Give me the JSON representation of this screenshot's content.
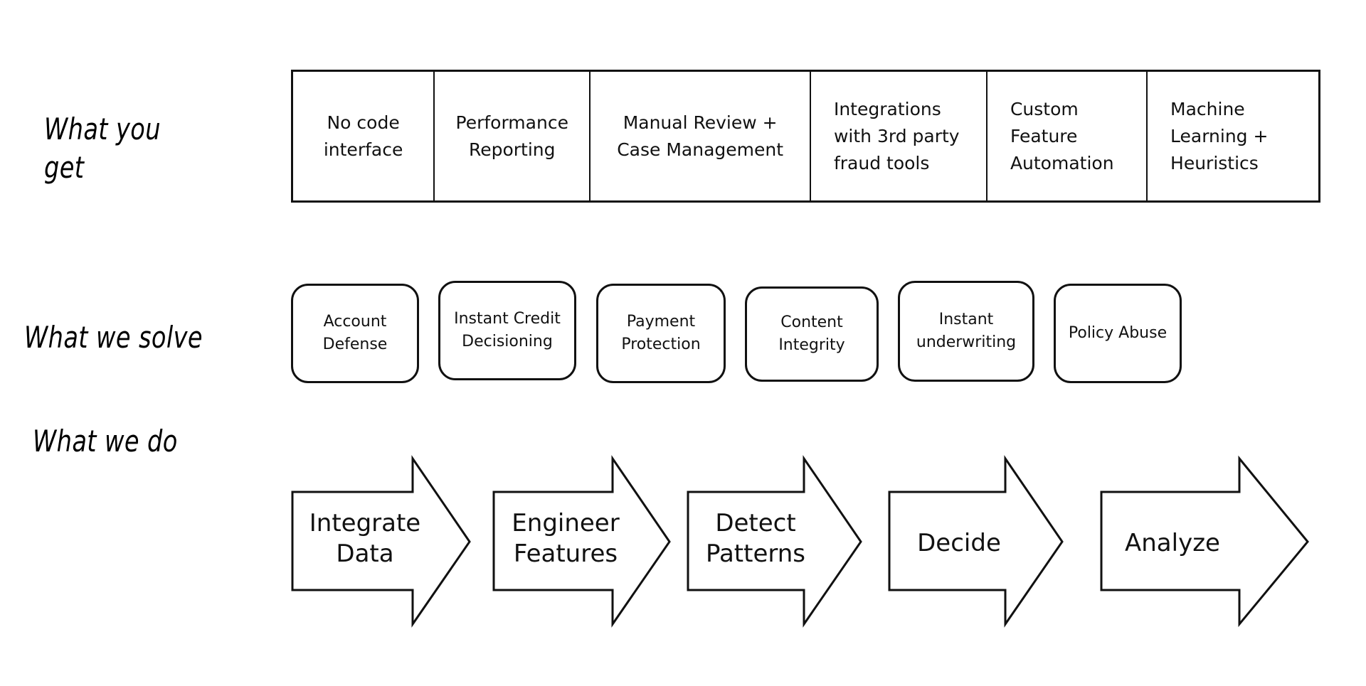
{
  "diagram": {
    "title_rows": [
      {
        "id": "what-you-get",
        "label": "What you\nget"
      },
      {
        "id": "what-we-solve",
        "label": "What we solve"
      },
      {
        "id": "what-we-do",
        "label": "What we do"
      }
    ]
  },
  "what_you_get": {
    "label": "What you\nget",
    "cells": [
      {
        "text": "No code\ninterface",
        "align": "center"
      },
      {
        "text": "Performance\nReporting",
        "align": "center"
      },
      {
        "text": "Manual Review +\nCase Management",
        "align": "center"
      },
      {
        "text": "Integrations\nwith 3rd party\nfraud tools",
        "align": "left"
      },
      {
        "text": "Custom\nFeature\nAutomation",
        "align": "left"
      },
      {
        "text": "Machine\nLearning +\nHeuristics",
        "align": "left"
      }
    ]
  },
  "what_we_solve": {
    "label": "What we solve",
    "boxes": [
      {
        "text": "Account Defense"
      },
      {
        "text": "Instant Credit\nDecisioning"
      },
      {
        "text": "Payment\nProtection"
      },
      {
        "text": "Content Integrity"
      },
      {
        "text": "Instant\nunderwriting"
      },
      {
        "text": "Policy Abuse"
      }
    ]
  },
  "what_we_do": {
    "label": "What we do",
    "steps": [
      {
        "line1": "Integrate",
        "line2": "Data"
      },
      {
        "line1": "Engineer",
        "line2": "Features"
      },
      {
        "line1": "Detect",
        "line2": "Patterns"
      },
      {
        "line1": "Decide",
        "line2": ""
      },
      {
        "line1": "Analyze",
        "line2": ""
      }
    ]
  },
  "colors": {
    "stroke": "#111111",
    "background": "#ffffff",
    "text": "#111111"
  }
}
